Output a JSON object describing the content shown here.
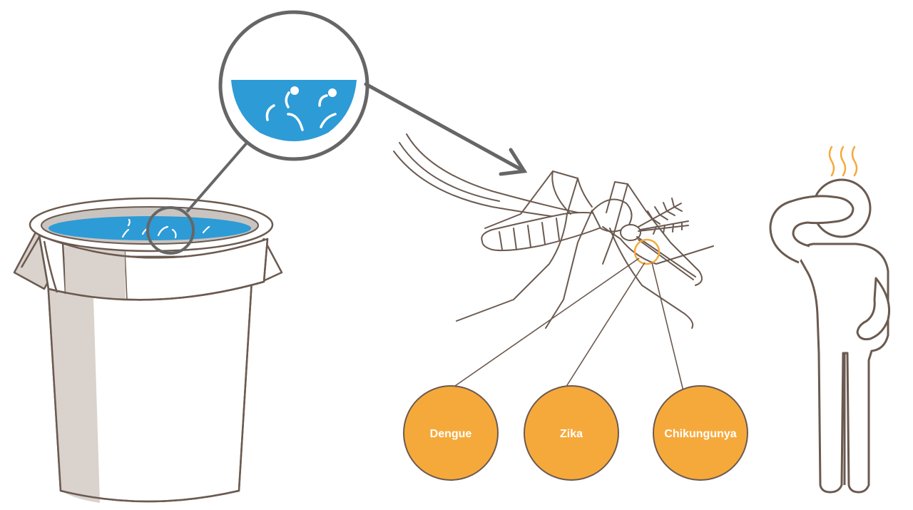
{
  "diseases": [
    {
      "label": "Dengue"
    },
    {
      "label": "Zika"
    },
    {
      "label": "Chikungunya"
    }
  ],
  "colors": {
    "outline": "#6b5a50",
    "water": "#2d9bd6",
    "accent_orange": "#f6a93b",
    "connector_gray": "#666666",
    "bucket_shade": "#d9d2cd",
    "rim_gray": "#c9c4c0"
  },
  "icons": [
    "bucket-icon",
    "magnifier-icon",
    "arrow-icon",
    "mosquito-icon",
    "sick-person-icon",
    "heat-wave-icon"
  ]
}
